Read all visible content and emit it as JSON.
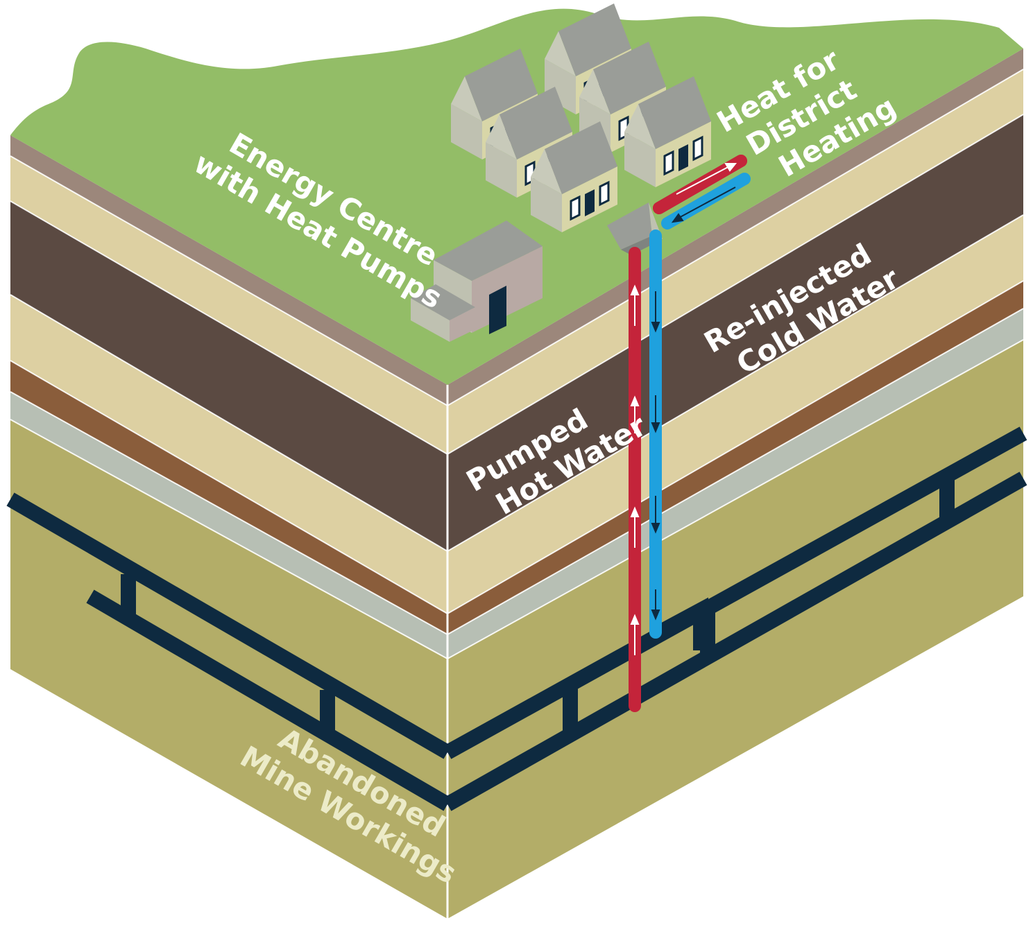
{
  "labels": {
    "energy_centre": [
      "Energy Centre",
      "with Heat Pumps"
    ],
    "district_heating": [
      "Heat for",
      "District",
      "Heating"
    ],
    "reinjected": [
      "Re-injected",
      "Cold Water"
    ],
    "pumped": [
      "Pumped",
      "Hot Water"
    ],
    "mine": [
      "Abandoned",
      "Mine Workings"
    ]
  },
  "colors": {
    "grass": "#93bd67",
    "layer_mauve": "#9c877b",
    "layer_sand": "#ddd0a2",
    "layer_dark_brown": "#5b4a42",
    "layer_brown": "#8a5d3b",
    "layer_grey": "#b7bfb4",
    "layer_olive": "#b3ad68",
    "mine_tunnel": "#0e2a40",
    "hot_pipe": "#c4243a",
    "cold_pipe": "#1fa1de",
    "building_wall": "#d8d6a8",
    "building_roof": "#9a9d98"
  }
}
